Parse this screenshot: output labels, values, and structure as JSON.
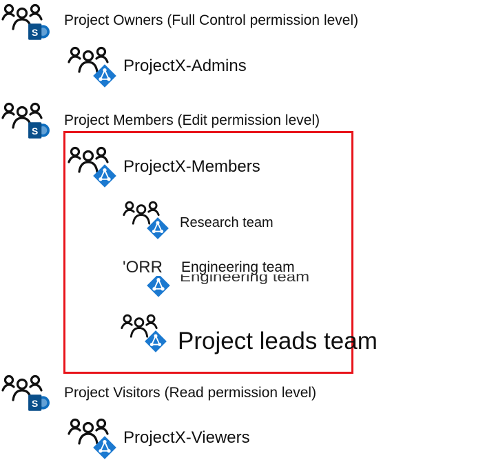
{
  "colors": {
    "highlight": "#e8141b",
    "sharepoint_blue": "#0f6ebf",
    "sharepoint_dark": "#0a4f8a",
    "ad_blue": "#1b79d0",
    "people_outline": "#111111"
  },
  "groups": [
    {
      "title": "Project Owners (Full Control permission level)",
      "icon": "sharepoint-group-icon",
      "members": [
        {
          "label": "ProjectX-Admins",
          "icon": "ad-group-icon"
        }
      ]
    },
    {
      "title": "Project Members (Edit permission level)",
      "icon": "sharepoint-group-icon",
      "members": [
        {
          "label": "ProjectX-Members",
          "icon": "ad-group-icon",
          "subgroups": [
            {
              "label": "Research team",
              "icon": "ad-group-icon"
            },
            {
              "label": "Engineering team",
              "icon": "ad-group-icon",
              "overlap_text": "'ORR"
            },
            {
              "label": "Project leads team",
              "icon": "ad-group-icon"
            }
          ]
        }
      ]
    },
    {
      "title": "Project Visitors (Read permission level)",
      "icon": "sharepoint-group-icon",
      "members": [
        {
          "label": "ProjectX-Viewers",
          "icon": "ad-group-icon"
        }
      ]
    }
  ]
}
